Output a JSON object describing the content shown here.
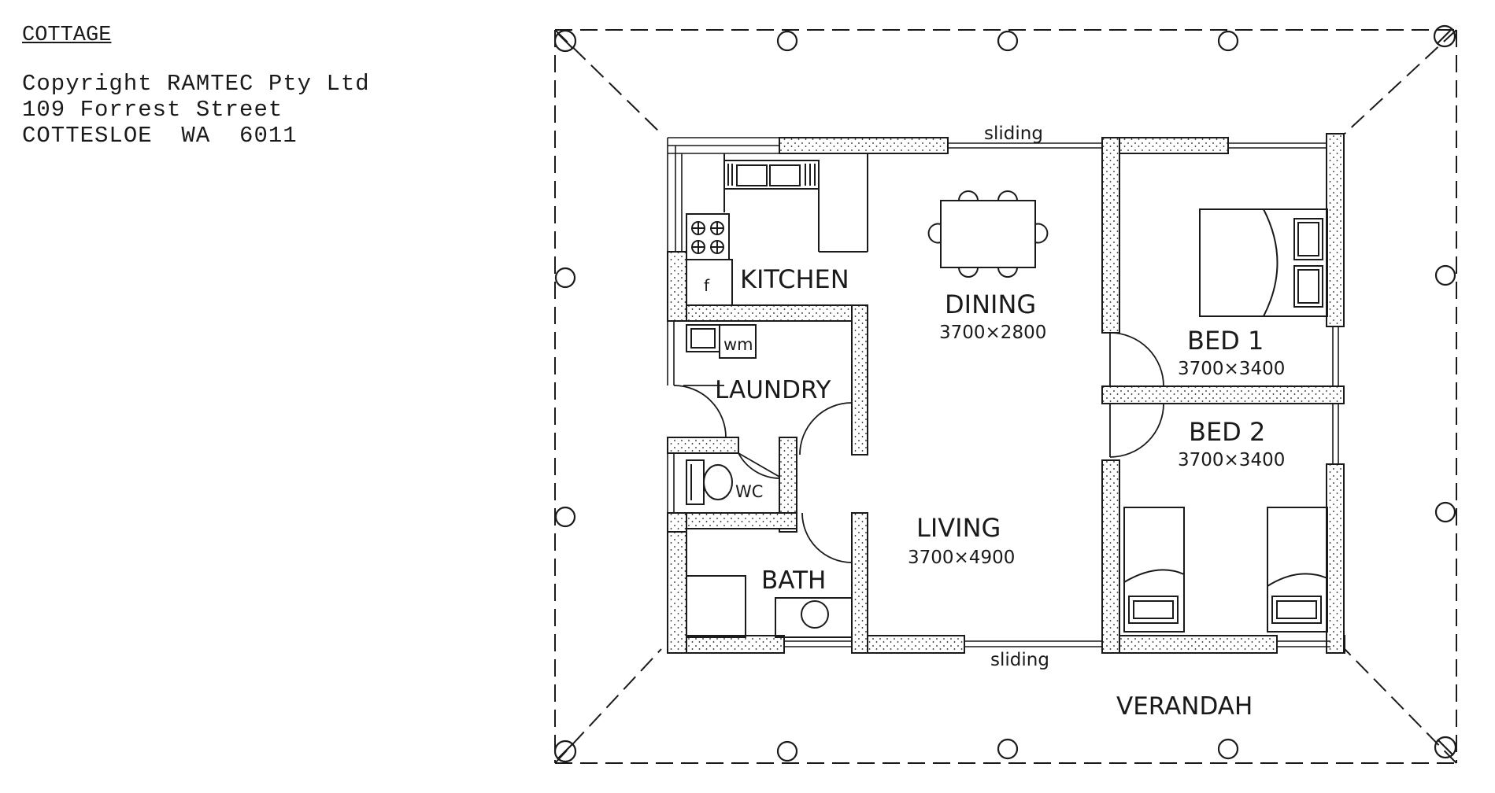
{
  "header": {
    "title": "COTTAGE",
    "copyright": "Copyright RAMTEC Pty Ltd",
    "address_line1": "109 Forrest Street",
    "address_line2": "COTTESLOE  WA  6011"
  },
  "plan": {
    "rooms": {
      "kitchen": "KITCHEN",
      "dining": "DINING",
      "dining_dims": "3700×2800",
      "laundry": "LAUNDRY",
      "wc": "WC",
      "bath": "BATH",
      "living": "LIVING",
      "living_dims": "3700×4900",
      "bed1": "BED 1",
      "bed1_dims": "3700×3400",
      "bed2": "BED 2",
      "bed2_dims": "3700×3400",
      "verandah": "VERANDAH"
    },
    "annotations": {
      "sliding_top": "sliding",
      "sliding_bottom": "sliding",
      "fridge": "f",
      "washing_machine": "wm"
    },
    "colors": {
      "ink": "#1a1a1a",
      "paper": "#ffffff"
    }
  }
}
